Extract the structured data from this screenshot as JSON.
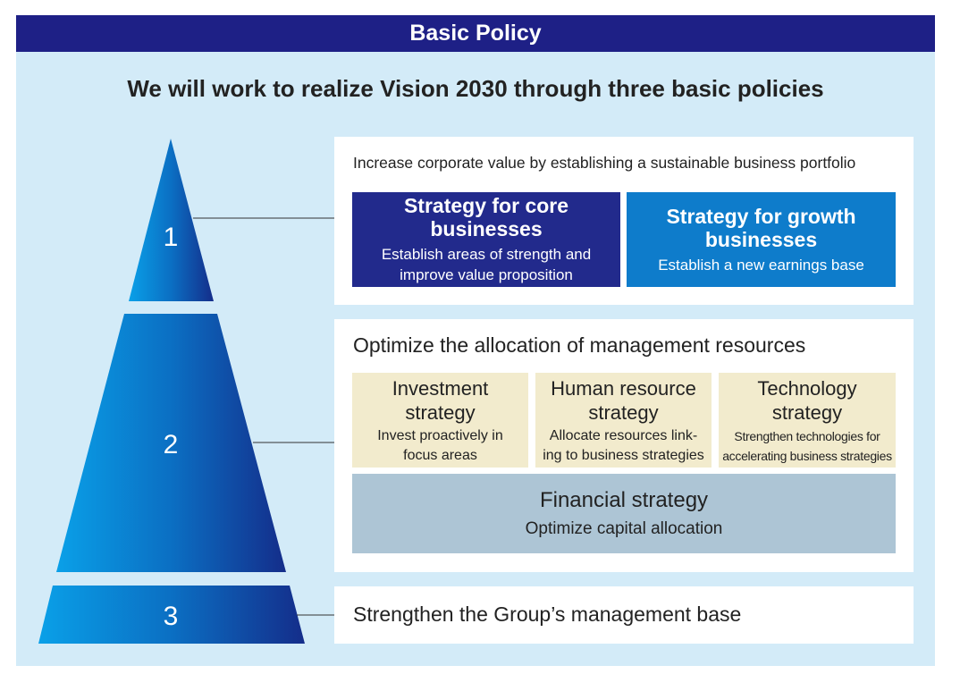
{
  "header": {
    "title": "Basic Policy"
  },
  "subtitle": "We will work to realize Vision 2030 through three basic policies",
  "pyramid": {
    "levels": [
      "1",
      "2",
      "3"
    ]
  },
  "policy1": {
    "title": "Increase corporate value by establishing a sustainable business portfolio",
    "core": {
      "title": "Strategy for core businesses",
      "desc_line1": "Establish areas of strength and",
      "desc_line2": "improve value proposition"
    },
    "growth": {
      "title_line1": "Strategy for growth",
      "title_line2": "businesses",
      "desc": "Establish a new earnings base"
    }
  },
  "policy2": {
    "title": "Optimize the allocation of management resources",
    "investment": {
      "title_line1": "Investment",
      "title_line2": "strategy",
      "desc_line1": "Invest proactively in",
      "desc_line2": "focus areas"
    },
    "human": {
      "title_line1": "Human resource",
      "title_line2": "strategy",
      "desc_line1": "Allocate resources link-",
      "desc_line2": "ing to business strategies"
    },
    "technology": {
      "title_line1": "Technology",
      "title_line2": "strategy",
      "desc_line1": "Strengthen technologies for",
      "desc_line2": "accelerating business strategies"
    },
    "financial": {
      "title": "Financial strategy",
      "desc": "Optimize capital allocation"
    }
  },
  "policy3": {
    "title": "Strengthen the Group’s management base"
  },
  "colors": {
    "header_navy": "#1e2086",
    "panel_light_blue": "#d3ebf8",
    "core_navy": "#222a8c",
    "growth_blue": "#0e7ccb",
    "tan": "#f2ebcd",
    "financial_gray_blue": "#adc5d5"
  }
}
